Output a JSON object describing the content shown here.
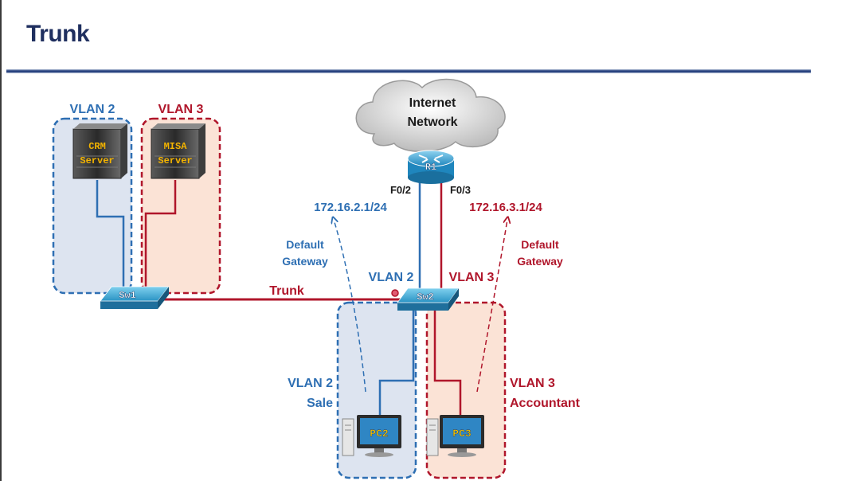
{
  "slide": {
    "title": "Trunk"
  },
  "cloud": {
    "line1": "Internet",
    "line2": "Network"
  },
  "router": {
    "label": "R1",
    "port_left": "F0/2",
    "port_right": "F0/3"
  },
  "gateways": {
    "vlan2_ip": "172.16.2.1/24",
    "vlan3_ip": "172.16.3.1/24",
    "left_line1": "Default",
    "left_line2": "Gateway",
    "right_line1": "Default",
    "right_line2": "Gateway"
  },
  "servers": {
    "vlan2_header": "VLAN 2",
    "vlan3_header": "VLAN 3",
    "crm_line1": "CRM",
    "crm_line2": "Server",
    "misa_line1": "MISA",
    "misa_line2": "Server"
  },
  "switches": {
    "sw1": "Sw1",
    "sw2": "Sw2",
    "sw2_left": "VLAN 2",
    "sw2_right": "VLAN 3",
    "trunk": "Trunk"
  },
  "pcs": {
    "pc2": "PC2",
    "pc3": "PC3",
    "vlan2_line1": "VLAN 2",
    "vlan2_line2": "Sale",
    "vlan3_line1": "VLAN 3",
    "vlan3_line2": "Accountant"
  },
  "colors": {
    "vlan2": "#2e6fb3",
    "vlan3": "#b0162b",
    "vlan2_fill": "#dde4f0",
    "vlan3_fill": "#fbe3d6"
  }
}
